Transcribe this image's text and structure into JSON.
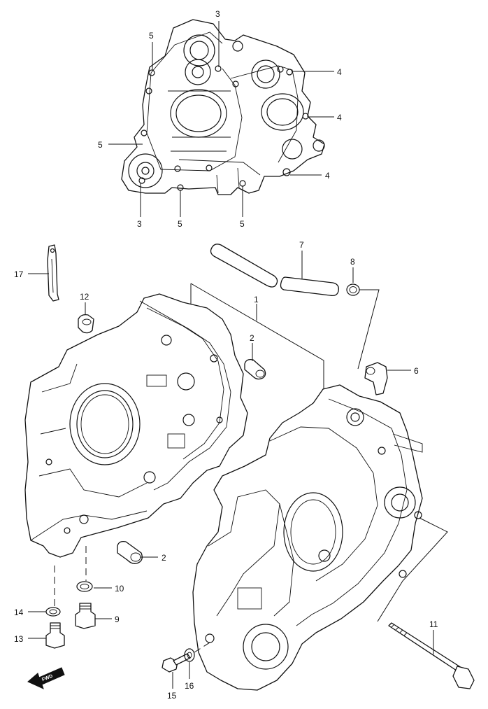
{
  "callouts": [
    {
      "id": "c-3-top",
      "text": "3"
    },
    {
      "id": "c-5-top",
      "text": "5"
    },
    {
      "id": "c-4-a",
      "text": "4"
    },
    {
      "id": "c-4-b",
      "text": "4"
    },
    {
      "id": "c-5-left",
      "text": "5"
    },
    {
      "id": "c-4-c",
      "text": "4"
    },
    {
      "id": "c-3-bottom",
      "text": "3"
    },
    {
      "id": "c-5-bottom-a",
      "text": "5"
    },
    {
      "id": "c-5-bottom-b",
      "text": "5"
    },
    {
      "id": "c-17",
      "text": "17"
    },
    {
      "id": "c-7",
      "text": "7"
    },
    {
      "id": "c-8",
      "text": "8"
    },
    {
      "id": "c-12",
      "text": "12"
    },
    {
      "id": "c-1",
      "text": "1"
    },
    {
      "id": "c-2-top",
      "text": "2"
    },
    {
      "id": "c-6",
      "text": "6"
    },
    {
      "id": "c-2-bottom",
      "text": "2"
    },
    {
      "id": "c-10",
      "text": "10"
    },
    {
      "id": "c-14",
      "text": "14"
    },
    {
      "id": "c-9",
      "text": "9"
    },
    {
      "id": "c-13",
      "text": "13"
    },
    {
      "id": "c-11",
      "text": "11"
    },
    {
      "id": "c-15",
      "text": "15"
    },
    {
      "id": "c-16",
      "text": "16"
    }
  ],
  "fwd_label": "FWD"
}
